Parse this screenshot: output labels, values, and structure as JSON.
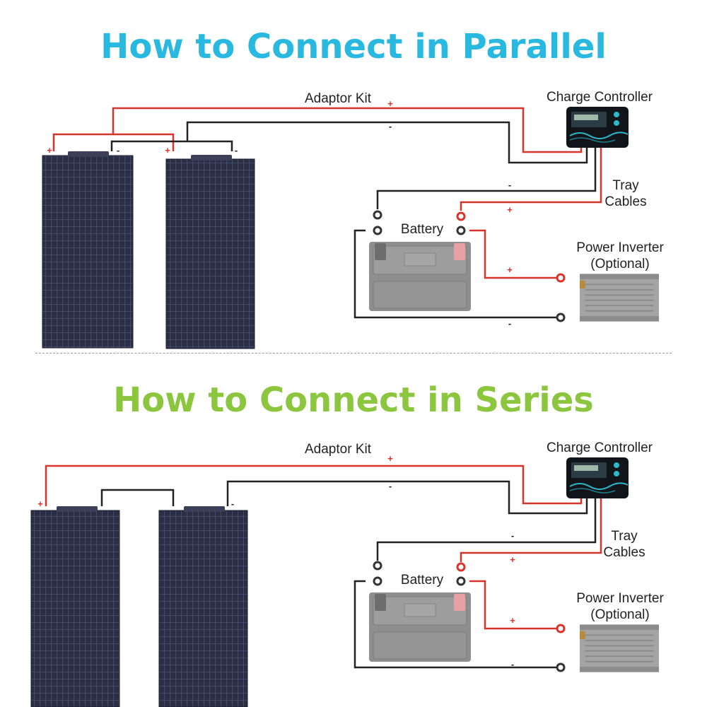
{
  "colors": {
    "parallel_title": "#29b8e0",
    "series_title": "#8cc63f",
    "positive_wire": "#d9342b",
    "negative_wire": "#222222",
    "panel": "#2a2f45",
    "divider": "#9a9a9a"
  },
  "parallel": {
    "title": "How to Connect in Parallel",
    "adaptor_kit": "Adaptor Kit",
    "charge_controller": "Charge Controller",
    "tray_cables_line1": "Tray",
    "tray_cables_line2": "Cables",
    "battery": "Battery",
    "inverter_line1": "Power Inverter",
    "inverter_line2": "(Optional)",
    "plus": "+",
    "minus": "-"
  },
  "series": {
    "title": "How to Connect in Series",
    "adaptor_kit": "Adaptor Kit",
    "charge_controller": "Charge Controller",
    "tray_cables_line1": "Tray",
    "tray_cables_line2": "Cables",
    "battery": "Battery",
    "inverter_line1": "Power Inverter",
    "inverter_line2": "(Optional)",
    "plus": "+",
    "minus": "-"
  },
  "icons": {
    "solar_panel": "solar-panel-icon",
    "charge_controller": "charge-controller-icon",
    "battery": "battery-icon",
    "inverter": "power-inverter-icon",
    "ring_terminal": "ring-terminal-icon"
  }
}
